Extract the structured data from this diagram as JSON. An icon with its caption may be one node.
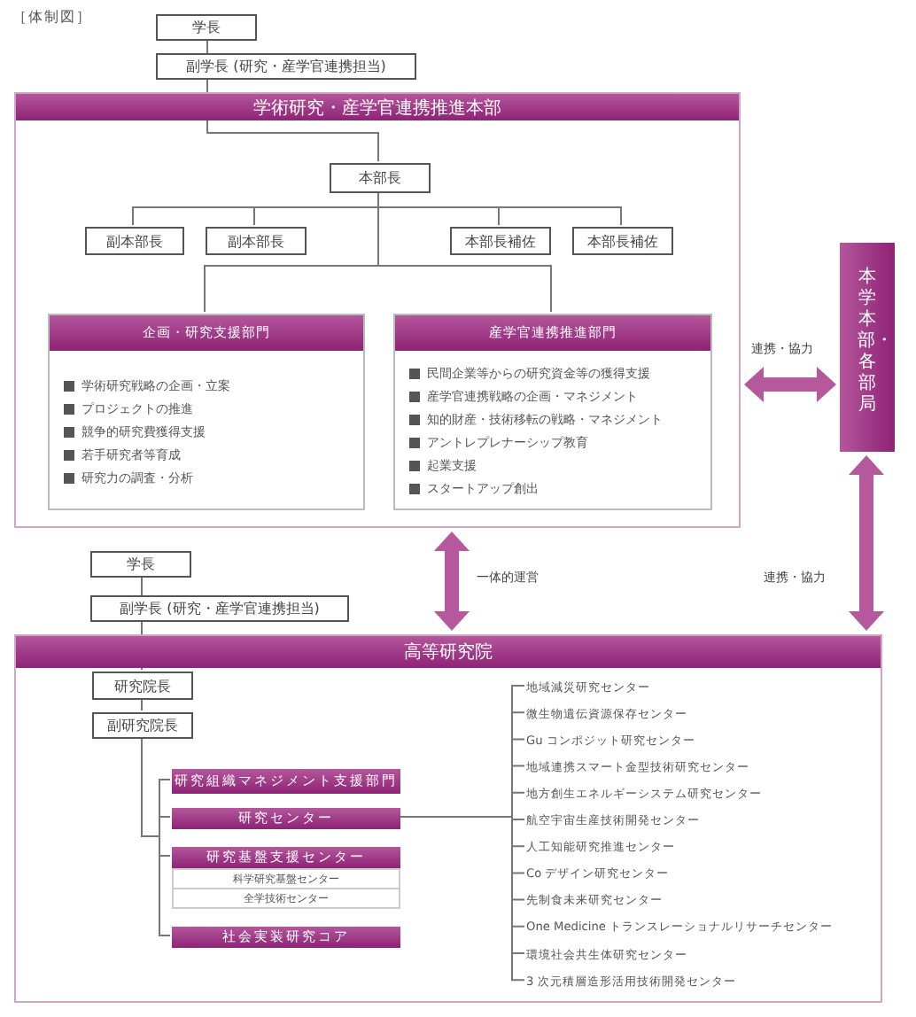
{
  "diagram": {
    "title": "［体制図］",
    "nodes": [
      {
        "text": [
          "学長"
        ]
      },
      {
        "text": [
          "副学長 (研究・産学官連携担当)"
        ]
      },
      {
        "text": [
          "学術研究・産学官連携推進本部"
        ]
      },
      {
        "text": [
          "本部長"
        ],
        "in": 2
      },
      {
        "text": [
          "副本部長"
        ],
        "in": 2
      },
      {
        "text": [
          "副本部長"
        ],
        "in": 2
      },
      {
        "text": [
          "本部長補佐"
        ],
        "in": 2
      },
      {
        "text": [
          "本部長補佐"
        ],
        "in": 2
      },
      {
        "text": [
          "企画・研究支援部門",
          "学術研究戦略の企画・立案",
          "プロジェクトの推進",
          "競争的研究費獲得支援",
          "若手研究者等育成",
          "研究力の調査・分析"
        ],
        "in": 2
      },
      {
        "text": [
          "産学官連携推進部門",
          "民間企業等からの研究資金等の獲得支援",
          "産学官連携戦略の企画・マネジメント",
          "知的財産・技術移転の戦略・マネジメント",
          "アントレプレナーシップ教育",
          "起業支援",
          "スタートアップ創出"
        ],
        "in": 2
      },
      {
        "text": [
          "本学本部・各部局"
        ]
      },
      {
        "text": [
          "学長"
        ]
      },
      {
        "text": [
          "副学長 (研究・産学官連携担当)"
        ]
      },
      {
        "text": [
          "高等研究院"
        ]
      },
      {
        "text": [
          "研究院長"
        ],
        "in": 13
      },
      {
        "text": [
          "副研究院長"
        ],
        "in": 13
      },
      {
        "text": [
          "研究組織マネジメント支援部門"
        ],
        "in": 13
      },
      {
        "text": [
          "研究センター"
        ],
        "in": 13
      },
      {
        "text": [
          "研究基盤支援センター"
        ],
        "in": 13
      },
      {
        "text": [
          "科学研究基盤センター"
        ],
        "in": 13
      },
      {
        "text": [
          "全学技術センター"
        ],
        "in": 13
      },
      {
        "text": [
          "社会実装研究コア"
        ],
        "in": 13
      },
      {
        "text": [
          "地域減災研究センター"
        ],
        "in": 13
      },
      {
        "text": [
          "微生物遺伝資源保存センター"
        ],
        "in": 13
      },
      {
        "text": [
          "Gu コンポジット研究センター"
        ],
        "in": 13
      },
      {
        "text": [
          "地域連携スマート金型技術研究センター"
        ],
        "in": 13
      },
      {
        "text": [
          "地方創生エネルギーシステム研究センター"
        ],
        "in": 13
      },
      {
        "text": [
          "航空宇宙生産技術開発センター"
        ],
        "in": 13
      },
      {
        "text": [
          "人工知能研究推進センター"
        ],
        "in": 13
      },
      {
        "text": [
          "Co デザイン研究センター"
        ],
        "in": 13
      },
      {
        "text": [
          "先制食未来研究センター"
        ],
        "in": 13
      },
      {
        "text": [
          "One Medicine トランスレーショナルリサーチセンター"
        ],
        "in": 13
      },
      {
        "text": [
          "環境社会共生体研究センター"
        ],
        "in": 13
      },
      {
        "text": [
          "3 次元積層造形活用技術開発センター"
        ],
        "in": 13
      }
    ],
    "edges": [
      {
        "from": 0,
        "to": 1,
        "arrow": "none"
      },
      {
        "from": 1,
        "to": 3,
        "arrow": "none"
      },
      {
        "from": 3,
        "to": 4,
        "arrow": "none"
      },
      {
        "from": 3,
        "to": 5,
        "arrow": "none"
      },
      {
        "from": 3,
        "to": 6,
        "arrow": "none"
      },
      {
        "from": 3,
        "to": 7,
        "arrow": "none"
      },
      {
        "from": 3,
        "to": 8,
        "arrow": "none"
      },
      {
        "from": 3,
        "to": 9,
        "arrow": "none"
      },
      {
        "from": 2,
        "to": 10,
        "arrow": "both",
        "label": "連携・協力",
        "style": "thick"
      },
      {
        "from": 2,
        "to": 13,
        "arrow": "both",
        "label": "一体的運営",
        "style": "thick"
      },
      {
        "from": 10,
        "to": 13,
        "arrow": "both",
        "label": "連携・協力",
        "style": "thick"
      },
      {
        "from": 11,
        "to": 12,
        "arrow": "none"
      },
      {
        "from": 12,
        "to": 14,
        "arrow": "none"
      },
      {
        "from": 14,
        "to": 15,
        "arrow": "none"
      },
      {
        "from": 15,
        "to": 16,
        "arrow": "none"
      },
      {
        "from": 15,
        "to": 17,
        "arrow": "none"
      },
      {
        "from": 15,
        "to": 18,
        "arrow": "none"
      },
      {
        "from": 15,
        "to": 21,
        "arrow": "none"
      },
      {
        "from": 17,
        "to": 22,
        "arrow": "none"
      },
      {
        "from": 17,
        "to": 23,
        "arrow": "none"
      },
      {
        "from": 17,
        "to": 24,
        "arrow": "none"
      },
      {
        "from": 17,
        "to": 25,
        "arrow": "none"
      },
      {
        "from": 17,
        "to": 26,
        "arrow": "none"
      },
      {
        "from": 17,
        "to": 27,
        "arrow": "none"
      },
      {
        "from": 17,
        "to": 28,
        "arrow": "none"
      },
      {
        "from": 17,
        "to": 29,
        "arrow": "none"
      },
      {
        "from": 17,
        "to": 30,
        "arrow": "none"
      },
      {
        "from": 17,
        "to": 31,
        "arrow": "none"
      },
      {
        "from": 17,
        "to": 32,
        "arrow": "none"
      },
      {
        "from": 17,
        "to": 33,
        "arrow": "none"
      }
    ]
  }
}
